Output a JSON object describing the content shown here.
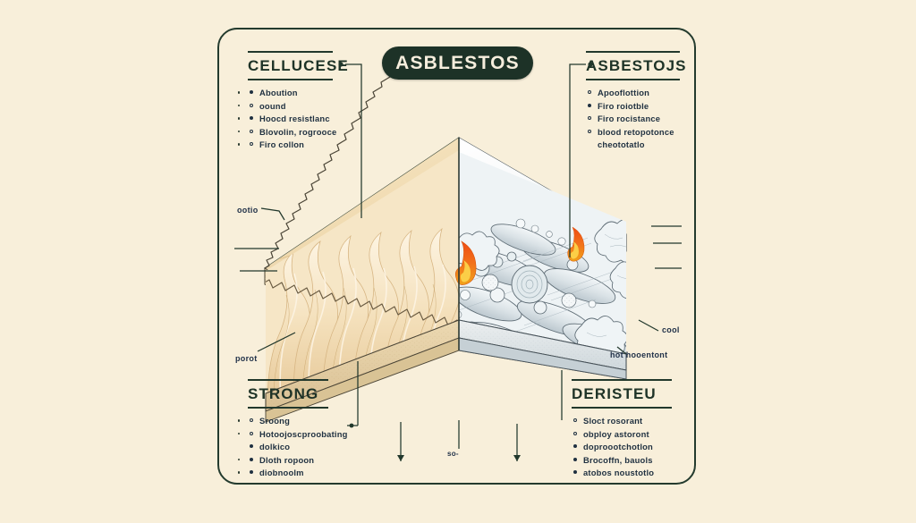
{
  "page": {
    "background_color": "#f8efda",
    "frame_color": "#243b2e",
    "ink_color": "#1f3040"
  },
  "title": {
    "text": "ASBLESTOS",
    "pill_color": "#1d3227",
    "text_color": "#f6eedd"
  },
  "blocks": {
    "top_left": {
      "heading": "CELLUCESE",
      "items": [
        "Aboution",
        "oound",
        "Hoocd resistlanc",
        "Blovolin, rogrooce",
        "Firo collon"
      ]
    },
    "top_right": {
      "heading": "ASBESTOJS",
      "items": [
        "Apooflottion",
        "Firo roiotble",
        "Firo rocistance",
        "blood retopotonce",
        "cheototatlo"
      ]
    },
    "bottom_left": {
      "heading": "STRONG",
      "items": [
        "Sroong",
        "Hotoojoscproobating",
        "dolkico",
        "Dloth ropoon",
        "diobnoolm"
      ]
    },
    "bottom_right": {
      "heading": "DERISTEU",
      "items": [
        "Sloct  rosorant",
        "obploy astoront",
        "doproootchotlon",
        "Brocoffn, bauols",
        "atobos noustotlo"
      ]
    }
  },
  "callouts": {
    "left_upper": "ootio",
    "left_lower": "porot",
    "right_upper": "cool",
    "right_lower": "hot hooentont",
    "bottom_center": "so-"
  },
  "illustration": {
    "left_material_name": "cellulose-insulation-slab",
    "right_material_name": "asbestos-fiber-slab",
    "left_color": "#f2dcb4",
    "right_color": "#dfe6e8",
    "flame_color": "#f2821e",
    "board_color": "#e6d4ab"
  }
}
